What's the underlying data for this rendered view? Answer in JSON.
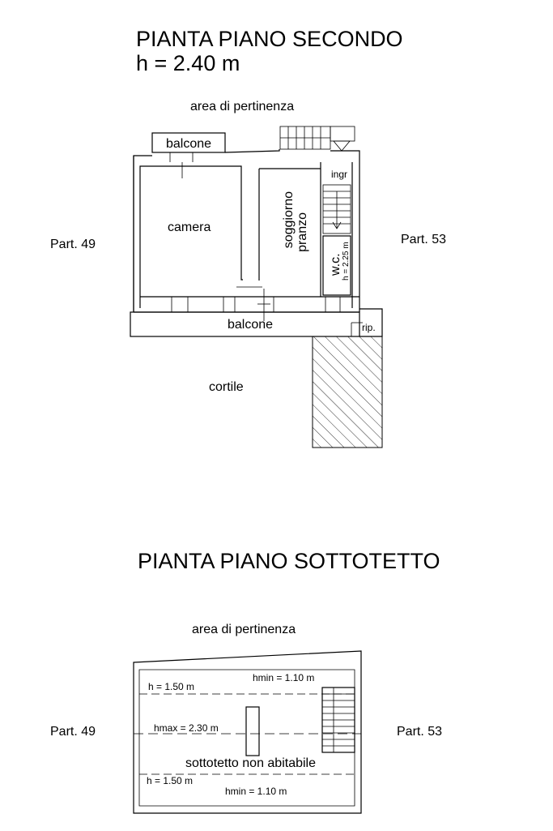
{
  "plan_second": {
    "title_line1": "PIANTA PIANO SECONDO",
    "title_line2": "h = 2.40 m",
    "area_label": "area di pertinenza",
    "part_left": "Part. 49",
    "part_right": "Part. 53",
    "rooms": {
      "balcone_top": "balcone",
      "camera": "camera",
      "soggiorno": "soggiorno",
      "pranzo": "pranzo",
      "ingr": "ingr",
      "wc": "w.c.",
      "wc_height": "h = 2.25 m",
      "balcone_bottom": "balcone",
      "rip": "rip.",
      "cortile": "cortile"
    }
  },
  "plan_attic": {
    "title": "PIANTA PIANO SOTTOTETTO",
    "area_label": "area di pertinenza",
    "part_left": "Part. 49",
    "part_right": "Part. 53",
    "labels": {
      "hmin_top": "hmin = 1.10 m",
      "h_top": "h = 1.50 m",
      "hmax": "hmax = 2.30 m",
      "note": "sottotetto non abitabile",
      "h_bottom": "h = 1.50 m",
      "hmin_bottom": "hmin = 1.10 m"
    }
  }
}
